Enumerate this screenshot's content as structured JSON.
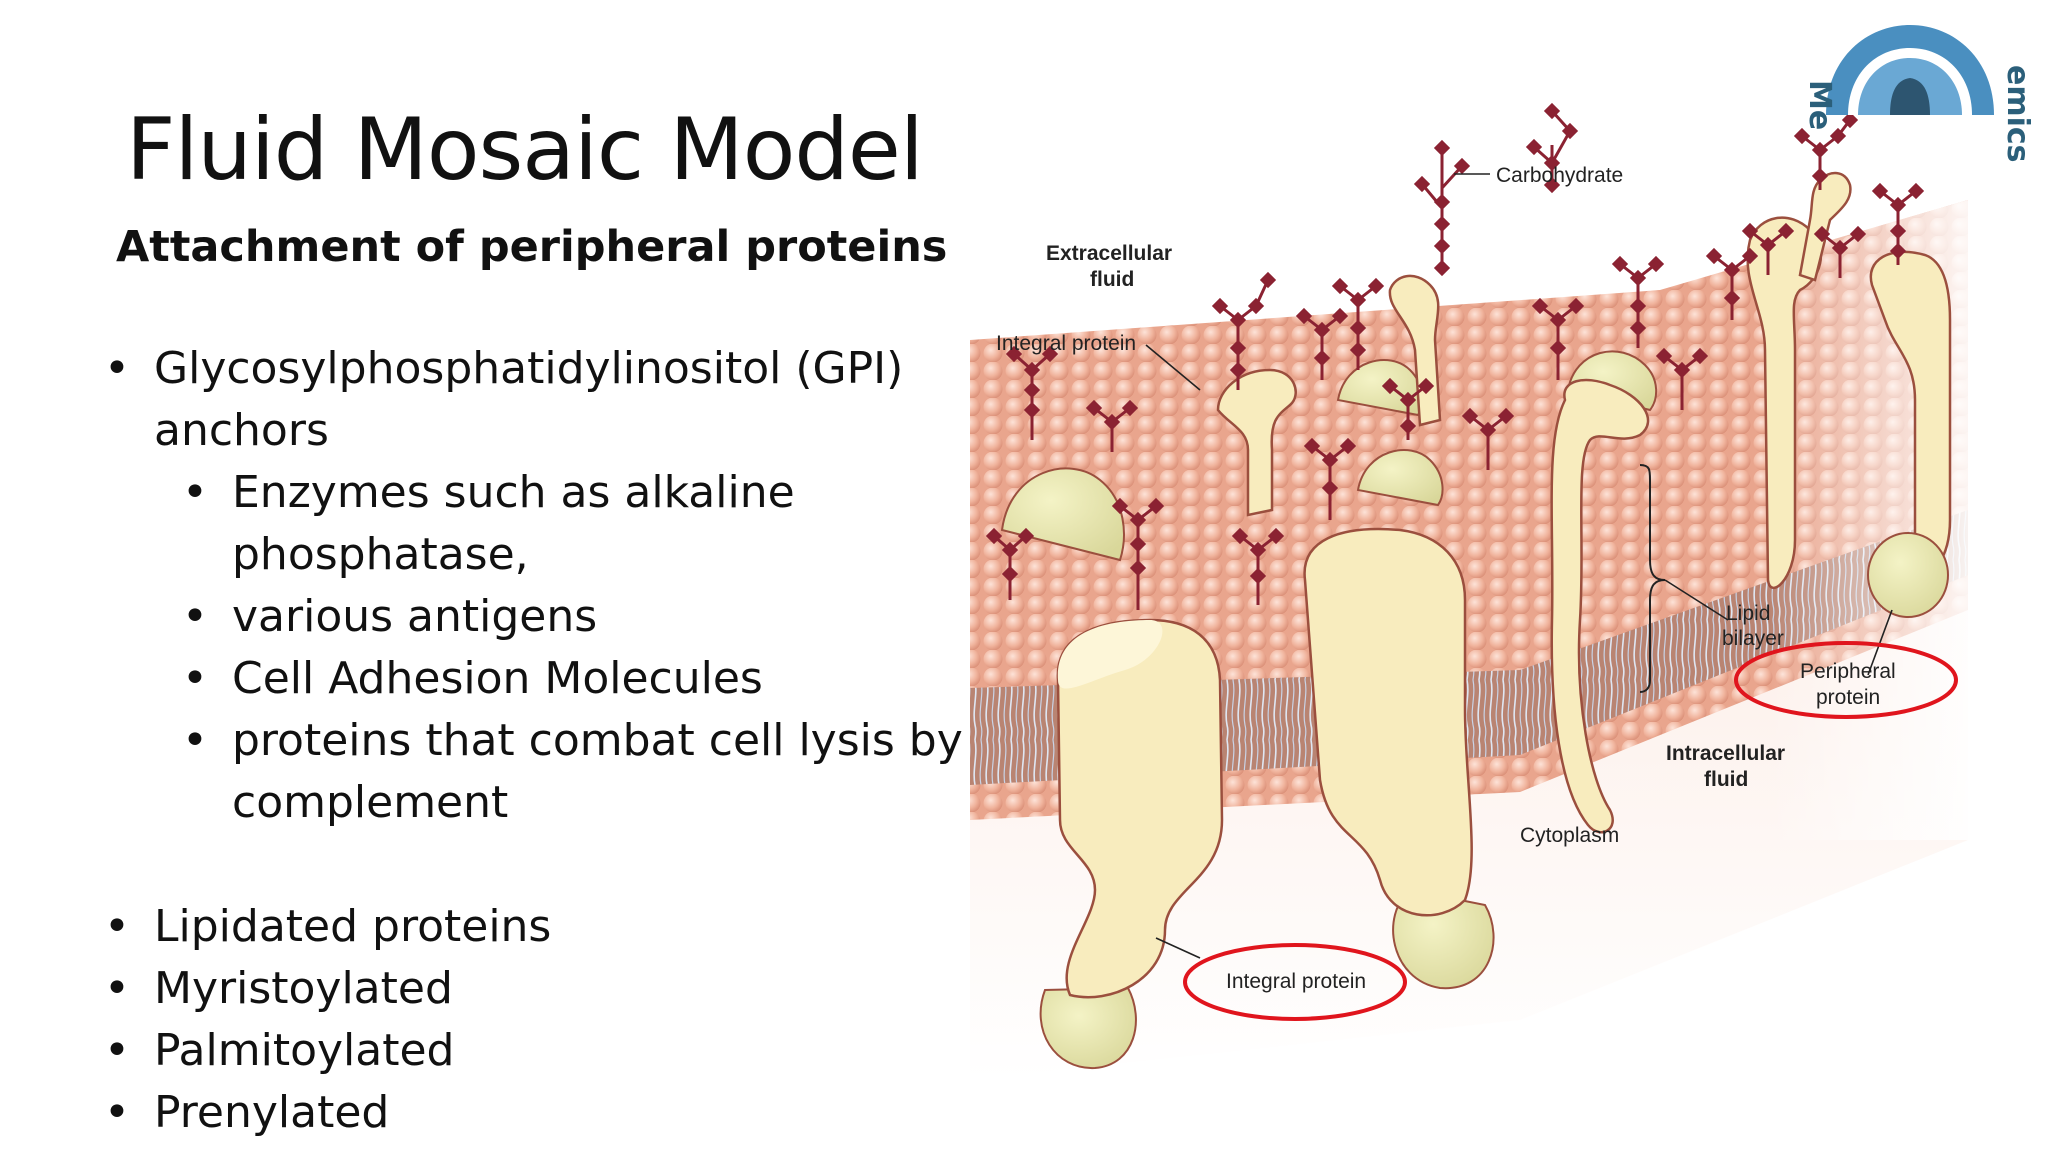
{
  "slide": {
    "title": "Fluid Mosaic Model",
    "subtitle": "Attachment of peripheral proteins",
    "bullets": [
      "Glycosylphosphatidylinositol (GPI) anchors",
      "Enzymes such as alkaline phosphatase,",
      "various antigens",
      "Cell Adhesion Molecules",
      "proteins that combat cell lysis by complement",
      "Lipidated proteins",
      "Myristoylated",
      "Palmitoylated",
      "Prenylated"
    ]
  },
  "diagram": {
    "labels": {
      "carbohydrate": "Carbohydrate",
      "extracellular_1": "Extracellular",
      "extracellular_2": "fluid",
      "integral_top": "Integral protein",
      "lipid_1": "Lipid",
      "lipid_2": "bilayer",
      "peripheral_1": "Peripheral",
      "peripheral_2": "protein",
      "intracellular_1": "Intracellular",
      "intracellular_2": "fluid",
      "cytoplasm": "Cytoplasm",
      "integral_bottom": "Integral protein"
    },
    "highlight_color": "#e0151d"
  },
  "logo": {
    "text_left": "Me",
    "text_right": "emics"
  },
  "colors": {
    "lipid_head": "#f2b9a2",
    "protein": "#f8ecbe",
    "protein_outline": "#9b4f3e",
    "carbohydrate": "#8b2232",
    "logo_blue": "#4a8fc0"
  }
}
